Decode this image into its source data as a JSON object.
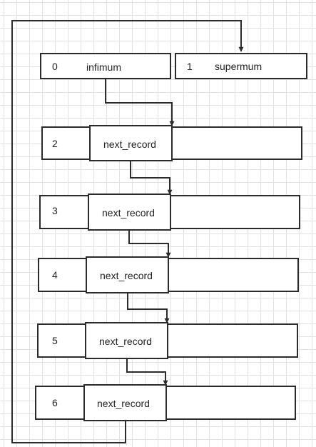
{
  "top_row": [
    {
      "index": "0",
      "name": "infimum"
    },
    {
      "index": "1",
      "name": "supermum"
    }
  ],
  "records": [
    {
      "index": "2",
      "field": "next_record"
    },
    {
      "index": "3",
      "field": "next_record"
    },
    {
      "index": "4",
      "field": "next_record"
    },
    {
      "index": "5",
      "field": "next_record"
    },
    {
      "index": "6",
      "field": "next_record"
    }
  ],
  "colors": {
    "line": "#2b2b2b",
    "grid": "#e2e2e2",
    "background": "#ffffff"
  }
}
